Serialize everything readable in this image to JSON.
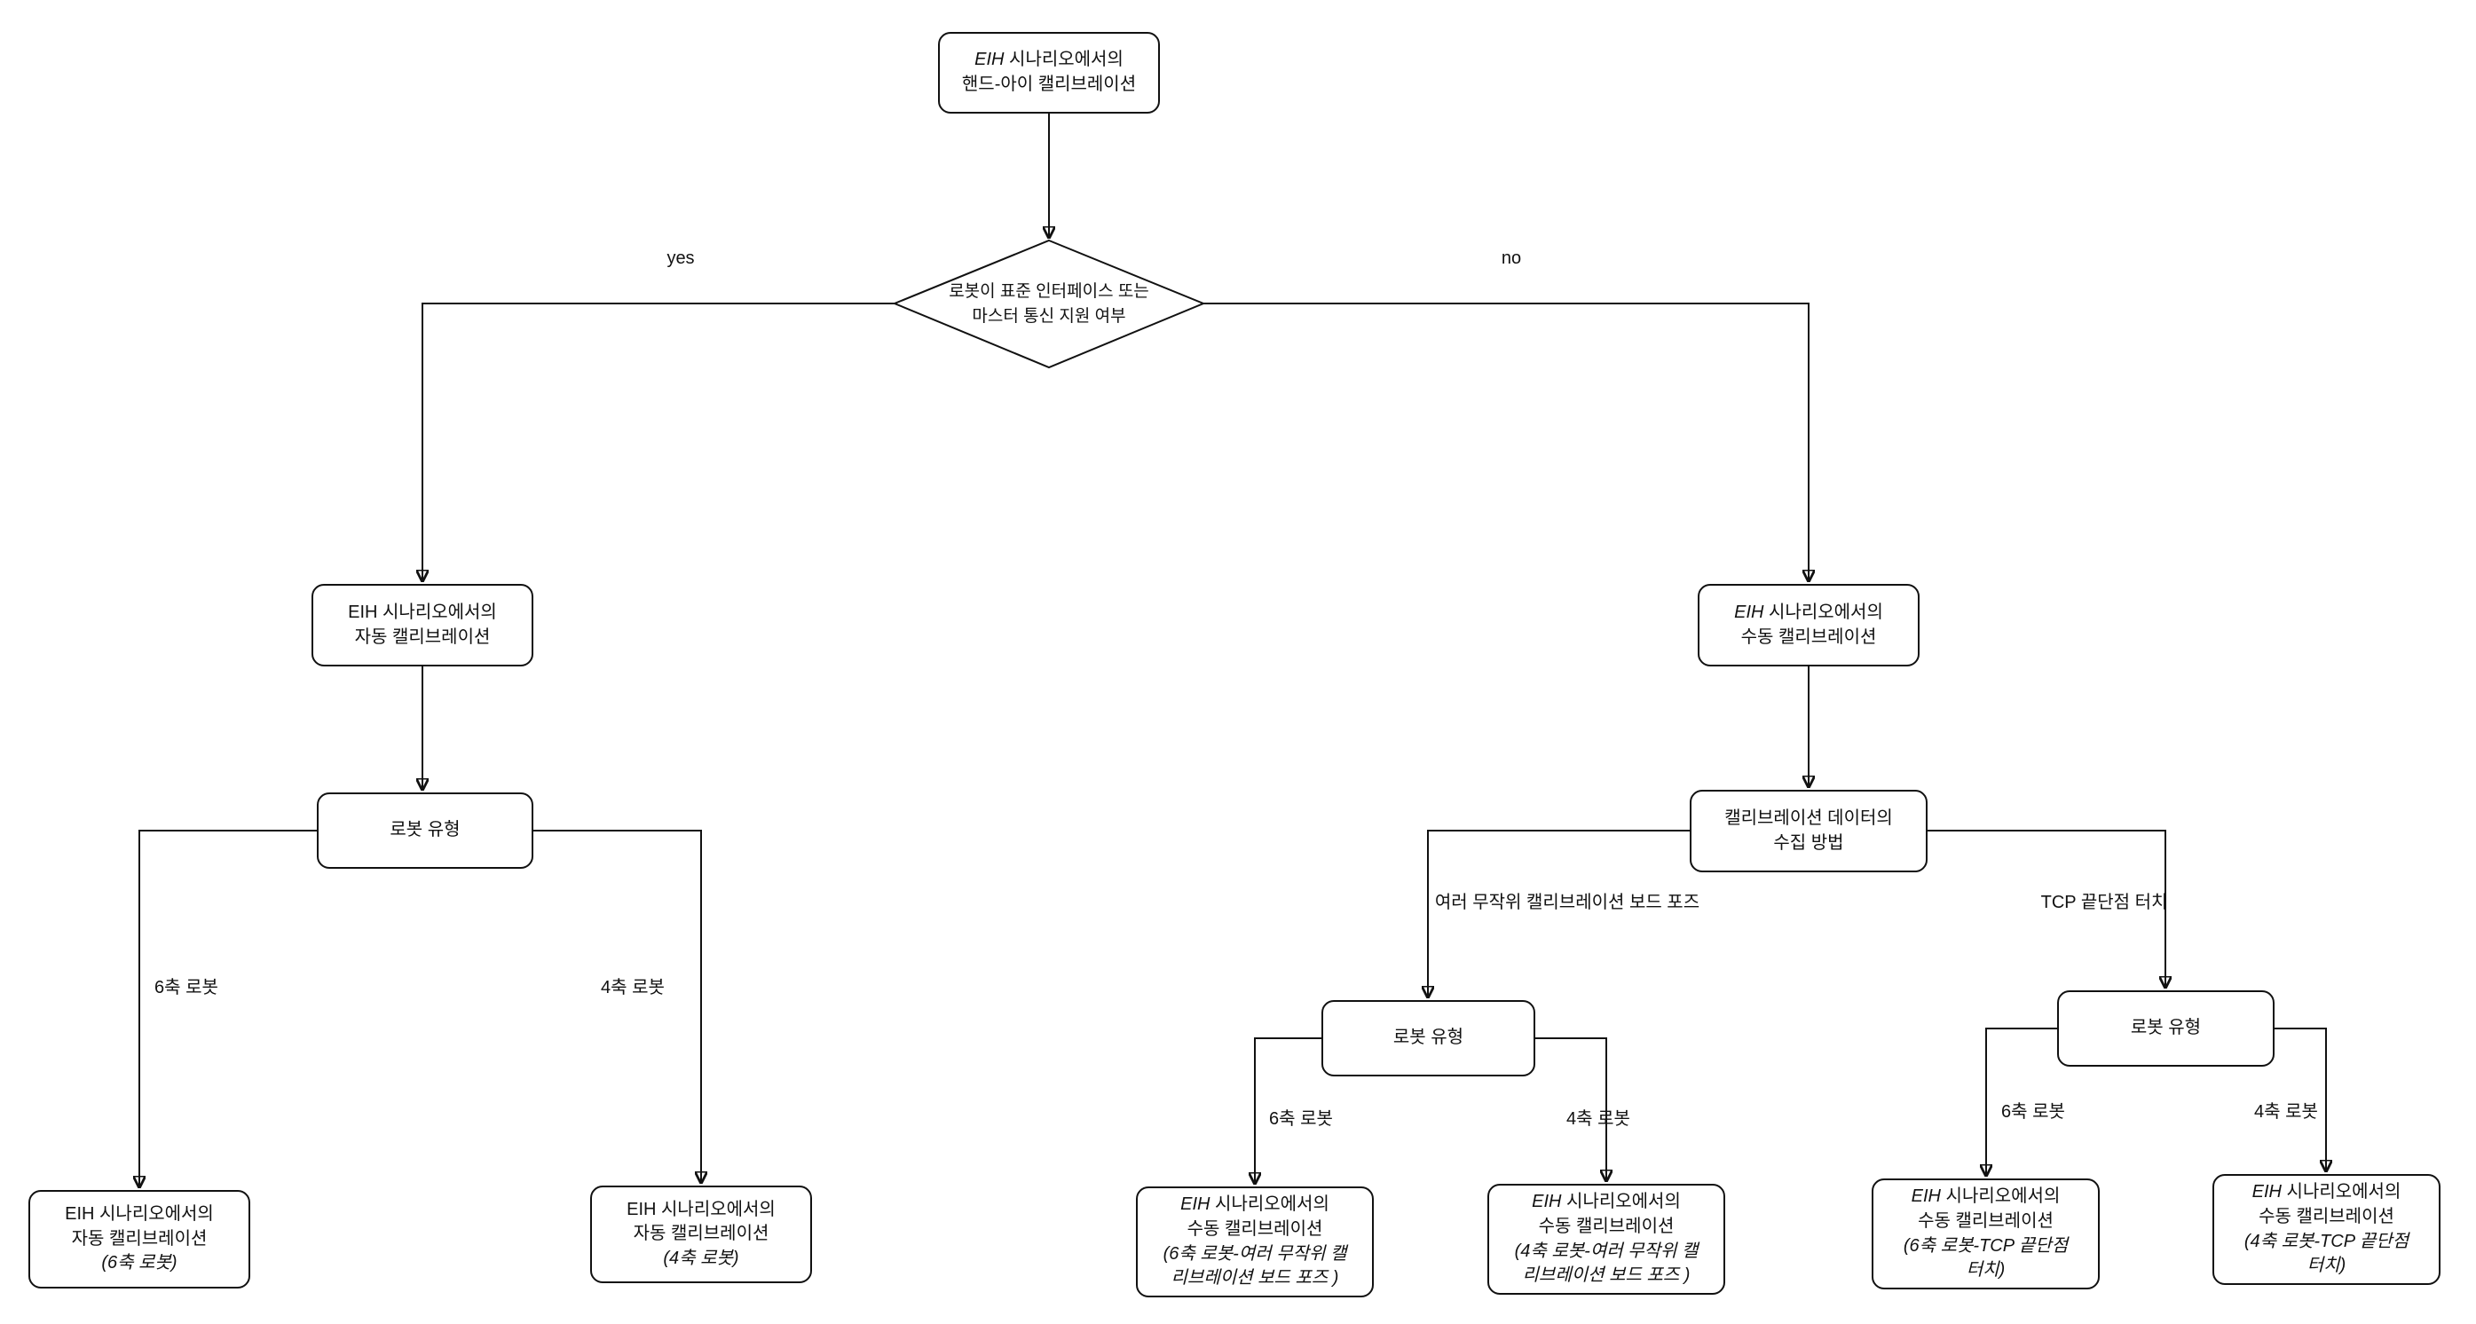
{
  "diagram": {
    "colors": {
      "background": "#ffffff",
      "stroke": "#111111",
      "text": "#111111"
    },
    "nodes": {
      "root": {
        "shape": "rounded-rect",
        "lines": [
          [
            {
              "t": "EIH",
              "i": true
            },
            {
              "t": " 시나리오에서의"
            }
          ],
          "핸드-아이 캘리브레이션"
        ]
      },
      "decision": {
        "shape": "diamond",
        "lines": [
          "로봇이 표준 인터페이스 또는",
          "마스터 통신 지원 여부"
        ]
      },
      "auto": {
        "shape": "rounded-rect",
        "lines": [
          "EIH 시나리오에서의",
          "자동 캘리브레이션"
        ]
      },
      "manual": {
        "shape": "rounded-rect",
        "lines": [
          [
            {
              "t": "EIH",
              "i": true
            },
            {
              "t": " 시나리오에서의"
            }
          ],
          "수동 캘리브레이션"
        ]
      },
      "robot_type_auto": {
        "shape": "rounded-rect",
        "lines": [
          "로봇 유형"
        ]
      },
      "collection_method": {
        "shape": "rounded-rect",
        "lines": [
          "캘리브레이션 데이터의",
          "수집 방법"
        ]
      },
      "robot_type_board": {
        "shape": "rounded-rect",
        "lines": [
          "로봇 유형"
        ]
      },
      "robot_type_tcp": {
        "shape": "rounded-rect",
        "lines": [
          "로봇 유형"
        ]
      },
      "auto_6": {
        "shape": "rounded-rect",
        "lines": [
          "EIH 시나리오에서의",
          "자동 캘리브레이션",
          [
            {
              "t": "(6축 로봇)",
              "i": true
            }
          ]
        ]
      },
      "auto_4": {
        "shape": "rounded-rect",
        "lines": [
          "EIH 시나리오에서의",
          "자동 캘리브레이션",
          [
            {
              "t": "(4축 로봇)",
              "i": true
            }
          ]
        ]
      },
      "manual_6_board": {
        "shape": "rounded-rect",
        "lines": [
          [
            {
              "t": "EIH",
              "i": true
            },
            {
              "t": " 시나리오에서의"
            }
          ],
          "수동 캘리브레이션",
          [
            {
              "t": "(6축 로봇-여러 무작위 캘",
              "i": true
            }
          ],
          [
            {
              "t": "리브레이션 보드 포즈 )",
              "i": true
            }
          ]
        ]
      },
      "manual_4_board": {
        "shape": "rounded-rect",
        "lines": [
          [
            {
              "t": "EIH",
              "i": true
            },
            {
              "t": " 시나리오에서의"
            }
          ],
          "수동 캘리브레이션",
          [
            {
              "t": "(4축 로봇-여러 무작위 캘",
              "i": true
            }
          ],
          [
            {
              "t": "리브레이션 보드 포즈 )",
              "i": true
            }
          ]
        ]
      },
      "manual_6_tcp": {
        "shape": "rounded-rect",
        "lines": [
          [
            {
              "t": "EIH",
              "i": true
            },
            {
              "t": " 시나리오에서의"
            }
          ],
          "수동 캘리브레이션",
          [
            {
              "t": "(6축 로봇-TCP 끝단점",
              "i": true
            }
          ],
          [
            {
              "t": "터치)",
              "i": true
            }
          ]
        ]
      },
      "manual_4_tcp": {
        "shape": "rounded-rect",
        "lines": [
          [
            {
              "t": "EIH",
              "i": true
            },
            {
              "t": " 시나리오에서의"
            }
          ],
          "수동 캘리브레이션",
          [
            {
              "t": "(4축 로봇-TCP 끝단점",
              "i": true
            }
          ],
          [
            {
              "t": "터치)",
              "i": true
            }
          ]
        ]
      }
    },
    "edge_labels": {
      "yes": "yes",
      "no": "no",
      "axis6_auto": "6축 로봇",
      "axis4_auto": "4축 로봇",
      "board_poses": "여러 무작위 캘리브레이션 보드 포즈",
      "tcp_touch": "TCP 끝단점 터치",
      "axis6_board": "6축 로봇",
      "axis4_board": "4축 로봇",
      "axis6_tcp": "6축 로봇",
      "axis4_tcp": "4축 로봇"
    }
  }
}
